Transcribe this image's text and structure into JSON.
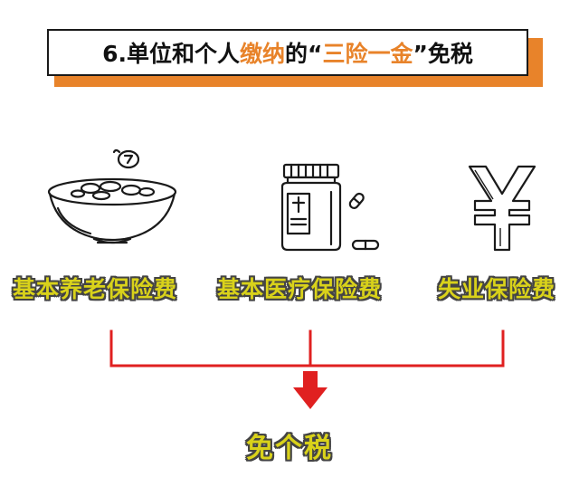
{
  "title": {
    "prefix": "6.单位和个人",
    "highlight1": "缴纳",
    "middle": "的“",
    "highlight2": "三险一金",
    "suffix": "”免税"
  },
  "items": [
    {
      "label": "基本养老保险费",
      "icon": "bowl-coins-icon"
    },
    {
      "label": "基本医疗保险费",
      "icon": "medicine-bottle-icon"
    },
    {
      "label": "失业保险费",
      "icon": "yen-icon"
    }
  ],
  "result": "免个税",
  "colors": {
    "accent": "#e8832a",
    "label": "#d9d21a",
    "connector": "#e02020"
  }
}
